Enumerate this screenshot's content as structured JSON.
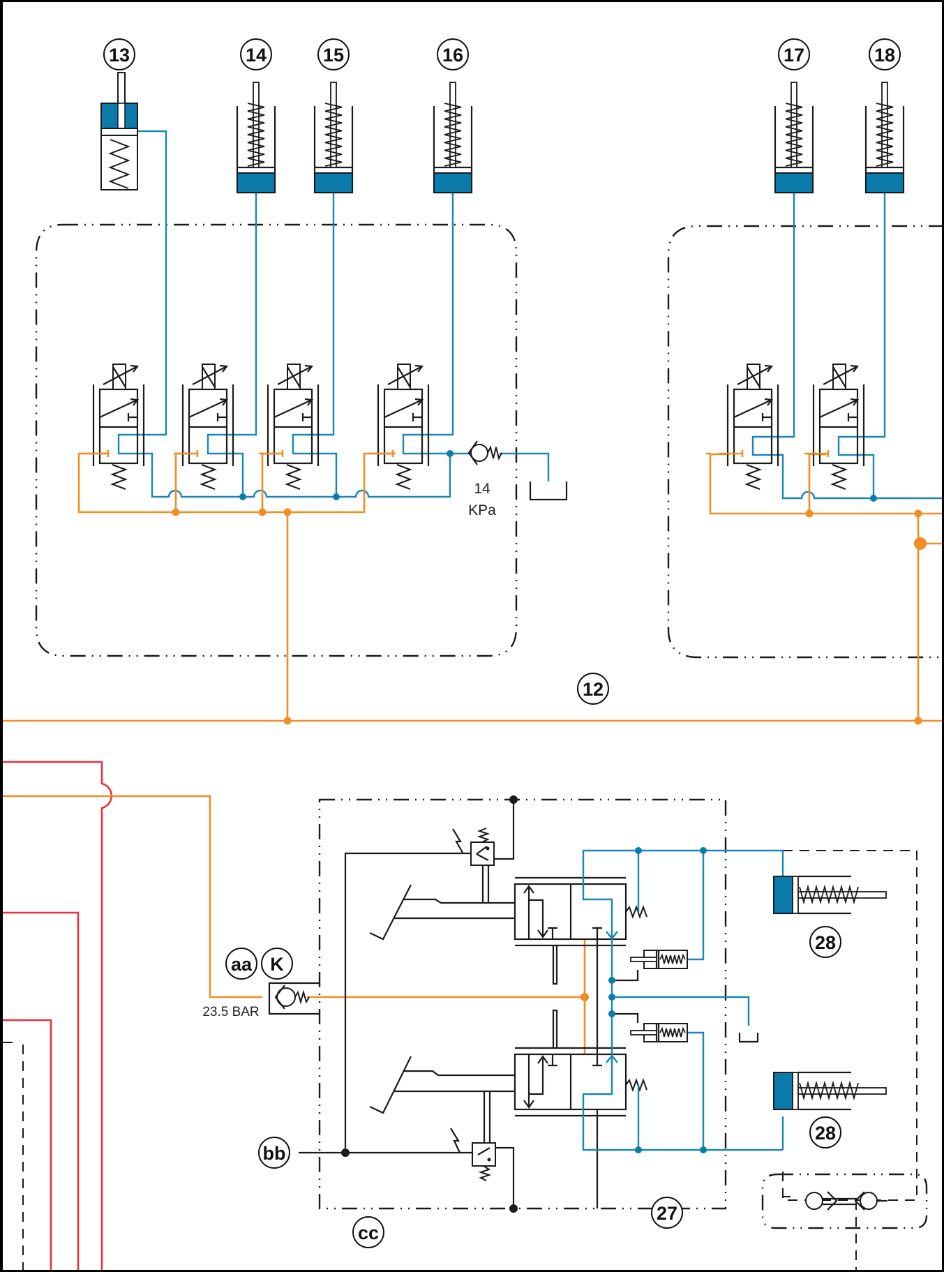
{
  "diagram": {
    "title": "Hydraulic / pneumatic control schematic",
    "colors": {
      "signal_line": "#1a86b5",
      "supply_line": "#f08e24",
      "brake_line": "#e8323c",
      "component_fill": "#0b7bab",
      "outline": "#1a1a1a"
    },
    "callouts": {
      "c13": "13",
      "c14": "14",
      "c15": "15",
      "c16": "16",
      "c17": "17",
      "c18": "18",
      "c12": "12",
      "c27": "27",
      "c28a": "28",
      "c28b": "28",
      "aa": "aa",
      "K": "K",
      "bb": "bb",
      "cc": "cc"
    },
    "notes": {
      "relief_pressure_value": "14",
      "relief_pressure_unit": "KPa",
      "check_valve_pressure": "23.5 BAR"
    },
    "components": [
      {
        "id": "13",
        "type": "single-acting spring cylinder (rod up)"
      },
      {
        "id": "14",
        "type": "spring accumulator"
      },
      {
        "id": "15",
        "type": "spring accumulator"
      },
      {
        "id": "16",
        "type": "spring accumulator"
      },
      {
        "id": "17",
        "type": "spring accumulator"
      },
      {
        "id": "18",
        "type": "spring accumulator"
      },
      {
        "id": "12",
        "type": "supply manifold line"
      },
      {
        "id": "27",
        "type": "dual brake valve assembly"
      },
      {
        "id": "28",
        "type": "spring brake chamber"
      },
      {
        "id": "28",
        "type": "spring brake chamber"
      }
    ]
  }
}
